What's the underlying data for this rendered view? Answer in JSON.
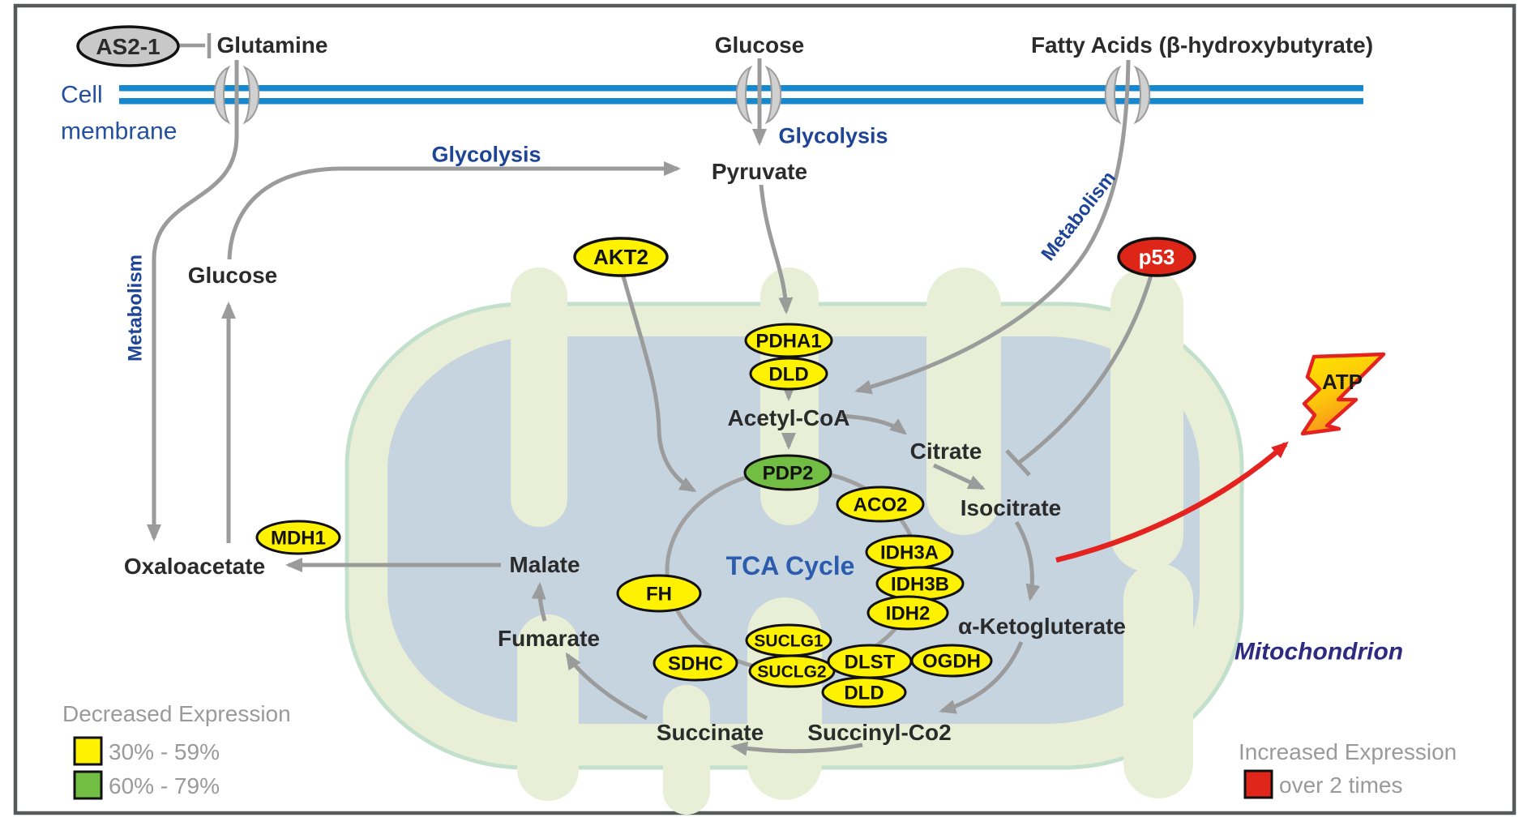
{
  "labels": {
    "cell_line1": "Cell",
    "cell_line2": "membrane",
    "glycolysis_left": "Glycolysis",
    "glycolysis_right": "Glycolysis",
    "metabolism_left": "Metabolism",
    "metabolism_right": "Metabolism",
    "tca_cycle": "TCA Cycle",
    "mitochondrion": "Mitochondrion",
    "atp": "ATP"
  },
  "metabolites": {
    "glutamine": "Glutamine",
    "glucose_top": "Glucose",
    "fatty_acids": "Fatty Acids (β-hydroxybutyrate)",
    "pyruvate": "Pyruvate",
    "glucose_left": "Glucose",
    "acetyl_coa": "Acetyl-CoA",
    "citrate": "Citrate",
    "isocitrate": "Isocitrate",
    "alpha_ketogluterate": "α-Ketogluterate",
    "succinyl_co2": "Succinyl-Co2",
    "succinate": "Succinate",
    "fumarate": "Fumarate",
    "malate": "Malate",
    "oxaloacetate": "Oxaloacetate"
  },
  "regulators": {
    "as2_1": "AS2-1",
    "p53": "p53",
    "akt2": "AKT2"
  },
  "enzymes": {
    "pdha1": "PDHA1",
    "dld_top": "DLD",
    "pdp2": "PDP2",
    "mdh1": "MDH1",
    "aco2": "ACO2",
    "idh3a": "IDH3A",
    "idh3b": "IDH3B",
    "idh2": "IDH2",
    "fh": "FH",
    "sdhc": "SDHC",
    "suclg1": "SUCLG1",
    "suclg2": "SUCLG2",
    "dlst": "DLST",
    "ogdh": "OGDH",
    "dld_bottom": "DLD"
  },
  "legend": {
    "decreased": {
      "title": "Decreased Expression",
      "items": [
        {
          "label": "30% - 59%",
          "color": "#FFF200"
        },
        {
          "label": "60% - 79%",
          "color": "#72BE44"
        }
      ]
    },
    "increased": {
      "title": "Increased Expression",
      "items": [
        {
          "label": "over 2 times",
          "color": "#E0251B"
        }
      ]
    }
  },
  "colors": {
    "membrane": "#1688D0",
    "arrow": "#9B9B9B",
    "yellow": "#FFF200",
    "green": "#72BE44",
    "red": "#DD2518",
    "atp_arrow": "#E42320",
    "gray_fill": "#C8C8C8",
    "mito_outer": "#E9EFD6",
    "mito_border": "#C2E0CB",
    "mito_matrix": "#C6D4E0"
  }
}
